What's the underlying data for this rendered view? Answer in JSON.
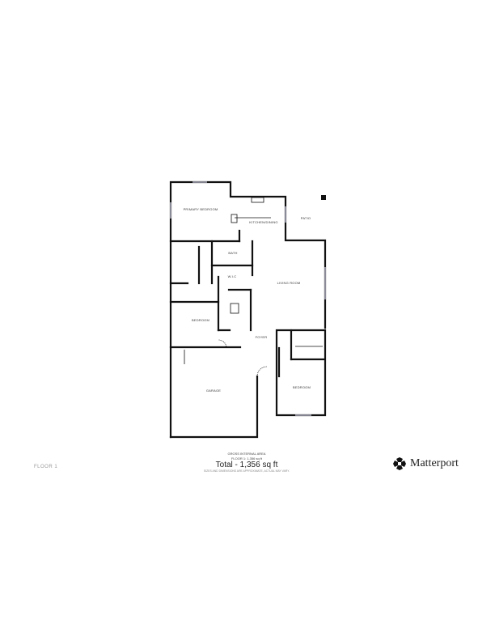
{
  "floor_label": "FLOOR 1",
  "rooms": {
    "primary_bedroom": "PRIMARY BEDROOM",
    "kitchen": "KITCHEN/DINING",
    "patio": "PATIO",
    "bath": "BATH",
    "wic": "W.I.C",
    "living_room": "LIVING ROOM",
    "bedroom_left": "BEDROOM",
    "foyer": "FOYER",
    "garage": "GARAGE",
    "bedroom_right": "BEDROOM"
  },
  "footer": {
    "line1": "GROSS INTERNAL AREA",
    "line2": "FLOOR 1: 1,356 sq ft",
    "total": "Total - 1,356 sq ft",
    "disclaimer": "SIZES AND DIMENSIONS ARE APPROXIMATE, ACTUAL MAY VARY."
  },
  "brand": {
    "name": "Matterport",
    "logo_icon": "matterport-logo-icon"
  }
}
